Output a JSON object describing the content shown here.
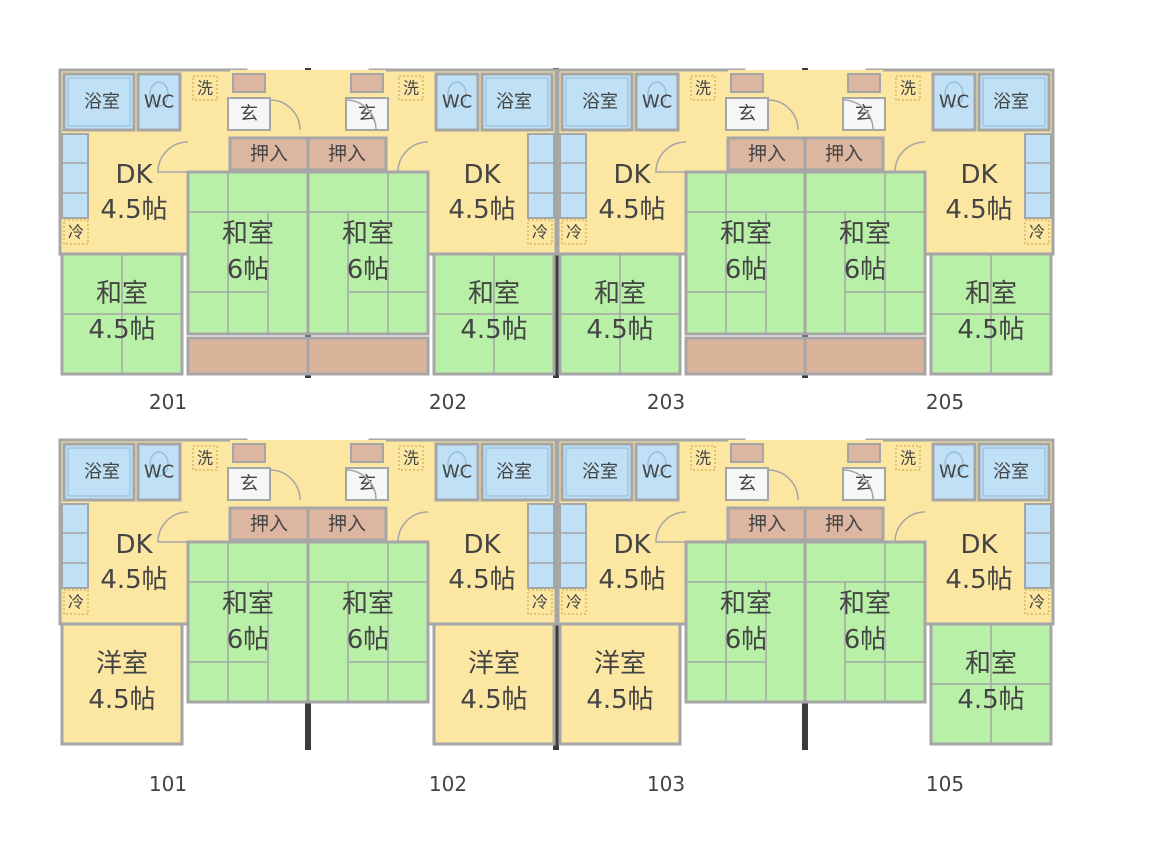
{
  "colors": {
    "background": "#ffffff",
    "wall": "#a6a6a6",
    "party_wall": "#3c3c3c",
    "dk": "#fbe6a2",
    "washitsu": "#b8f0a8",
    "yoshitsu": "#fbe6a2",
    "bath": "#bfe0f5",
    "oshiire": "#dcb6a0",
    "engawa": "#d9b39a",
    "text": "#444444"
  },
  "labels": {
    "bath": "浴室",
    "wc": "WC",
    "wash": "洗",
    "genkan": "玄",
    "oshiire": "押入",
    "fridge": "冷",
    "dk_name": "DK",
    "size_45": "4.5帖",
    "size_6": "6帖",
    "washitsu": "和室",
    "yoshitsu": "洋室"
  },
  "units": {
    "upper": [
      "201",
      "202",
      "203",
      "205"
    ],
    "lower": [
      "101",
      "102",
      "103",
      "105"
    ]
  },
  "layout_spec": {
    "upper": {
      "front_room": "和室",
      "veranda_strip": true
    },
    "lower": {
      "front_rooms": [
        "洋室",
        "洋室",
        "洋室",
        "和室"
      ],
      "veranda_strip": false
    }
  }
}
